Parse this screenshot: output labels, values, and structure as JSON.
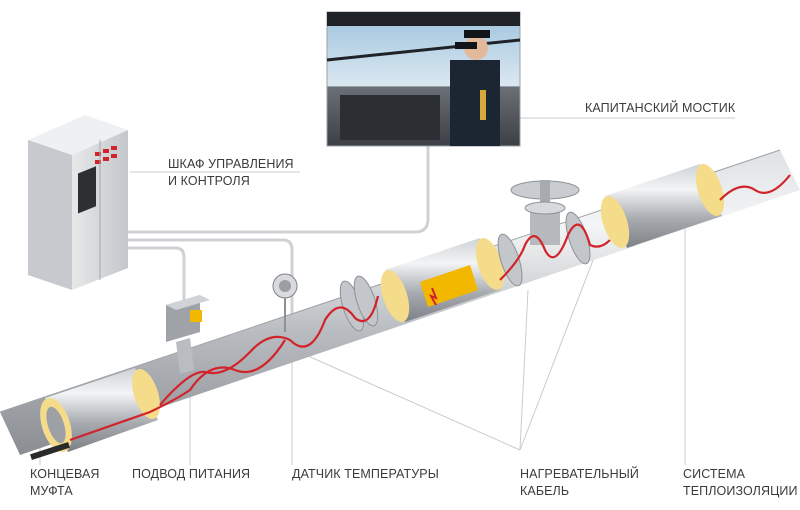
{
  "labels": {
    "control_cabinet": [
      "ШКАФ УПРАВЛЕНИЯ",
      "И КОНТРОЛЯ"
    ],
    "captain_bridge": [
      "КАПИТАНСКИЙ МОСТИК"
    ],
    "end_sleeve": [
      "КОНЦЕВАЯ",
      "МУФТА"
    ],
    "power_supply": [
      "ПОДВОД ПИТАНИЯ"
    ],
    "temp_sensor": [
      "ДАТЧИК ТЕМПЕРАТУРЫ"
    ],
    "heating_cable": [
      "НАГРЕВАТЕЛЬНЫЙ",
      "КАБЕЛЬ"
    ],
    "insulation_system": [
      "СИСТЕМА",
      "ТЕПЛОИЗОЛЯЦИИ"
    ]
  },
  "colors": {
    "pipe": "#b9bcc0",
    "pipe_highlight": "#eceef0",
    "insulation": "#f5dc8a",
    "heating_cable": "#d2232a",
    "wire": "#c9cbce",
    "cabinet": "#d7d9dc",
    "warning_label": "#f2b800"
  },
  "icons": [
    "cabinet-icon",
    "photo-captain",
    "junction-box-icon",
    "temperature-sensor-icon",
    "valve-icon",
    "warning-sticker-icon"
  ]
}
